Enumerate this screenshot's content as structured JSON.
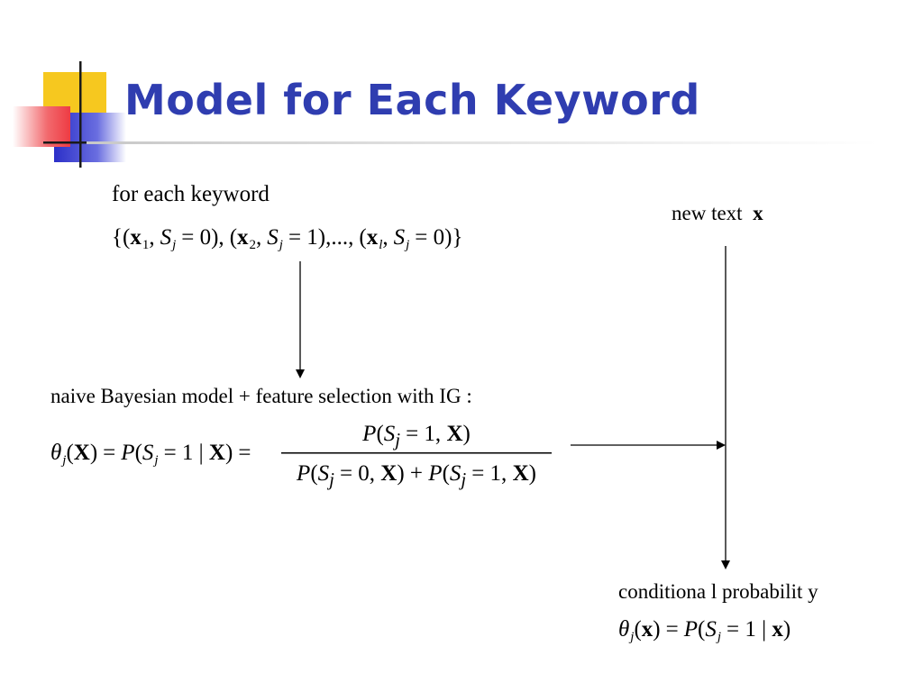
{
  "slide": {
    "title": "Model for Each Keyword",
    "colors": {
      "title": "#2F3DB0",
      "deco_yellow": "#F6C81F",
      "deco_red": "#F2545B",
      "deco_blue": "#3A3FD2"
    }
  },
  "training": {
    "caption": "for each keyword",
    "set_expression": "{(x₁, Sⱼ = 0), (x₂, Sⱼ = 1), ..., (xₗ, Sⱼ = 0)}"
  },
  "new_text": {
    "label": "new text",
    "symbol": "x"
  },
  "model": {
    "caption": "naive Bayesian model + feature selection with IG :",
    "formula_lhs": "θⱼ(X) = P(Sⱼ = 1 | X) =",
    "formula_numerator": "P(Sⱼ = 1, X)",
    "formula_denominator": "P(Sⱼ = 0, X) + P(Sⱼ = 1, X)"
  },
  "output": {
    "caption": "conditiona l probabilit y",
    "formula": "θⱼ(x) = P(Sⱼ = 1 | x)"
  },
  "icons": {
    "logo": "overlapping-squares-icon",
    "arrow": "arrow-head"
  }
}
